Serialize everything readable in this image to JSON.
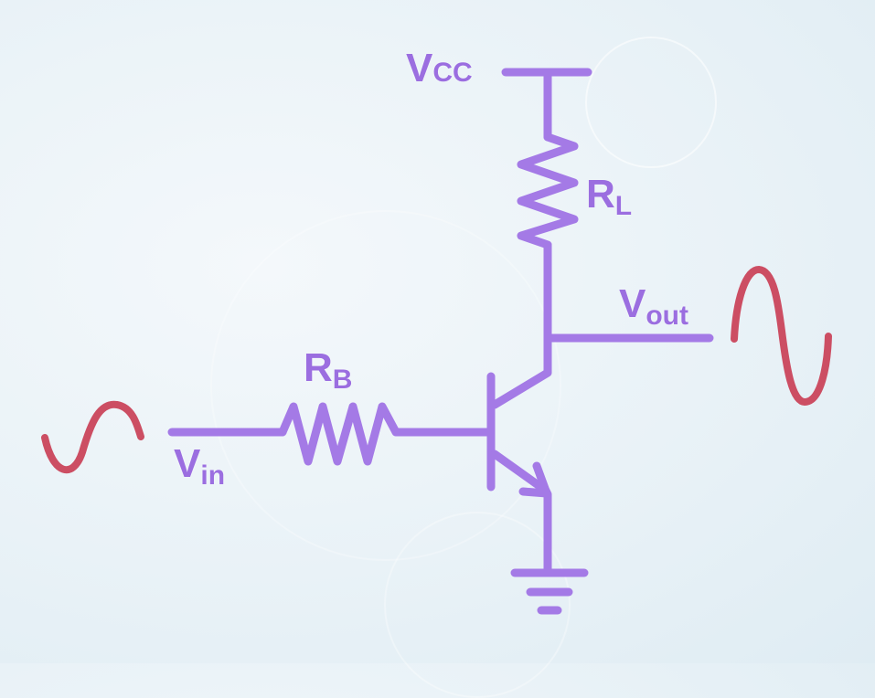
{
  "diagram": {
    "type": "common-emitter NPN transistor amplifier",
    "colors": {
      "wire": "#a47ae6",
      "label": "#9b6ee0",
      "signal": "#cc4e63",
      "background": "#e9f2f7"
    },
    "labels": {
      "vcc": {
        "main": "V",
        "sub": "CC"
      },
      "rl": {
        "main": "R",
        "sub": "L"
      },
      "rb": {
        "main": "R",
        "sub": "B"
      },
      "vin": {
        "main": "V",
        "sub": "in"
      },
      "vout": {
        "main": "V",
        "sub": "out"
      }
    },
    "components": [
      {
        "id": "vcc-rail",
        "kind": "supply"
      },
      {
        "id": "load-resistor",
        "kind": "resistor",
        "label": "RL"
      },
      {
        "id": "base-resistor",
        "kind": "resistor",
        "label": "RB"
      },
      {
        "id": "transistor",
        "kind": "npn-bjt"
      },
      {
        "id": "ground",
        "kind": "ground"
      },
      {
        "id": "input-signal",
        "kind": "sine-wave",
        "amplitude": "small"
      },
      {
        "id": "output-signal",
        "kind": "sine-wave",
        "amplitude": "large",
        "phase": "inverted"
      }
    ]
  }
}
